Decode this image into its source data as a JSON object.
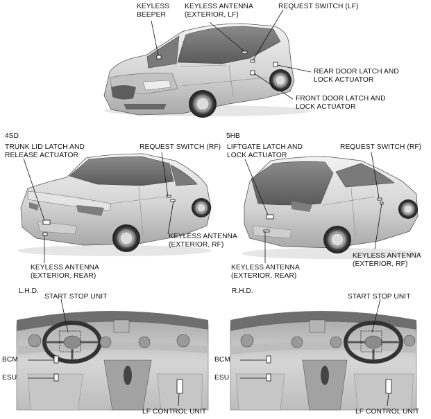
{
  "sections": {
    "sedan": "4SD",
    "hatchback": "5HB",
    "lhd": "L.H.D.",
    "rhd": "R.H.D."
  },
  "labels": {
    "keyless_beeper": "KEYLESS\nBEEPER",
    "keyless_antenna_ext_lf": "KEYLESS ANTENNA\n(EXTERIOR, LF)",
    "request_switch_lf": "REQUEST SWITCH (LF)",
    "rear_door_latch": "REAR DOOR LATCH AND\nLOCK ACTUATOR",
    "front_door_latch": "FRONT DOOR LATCH AND\nLOCK ACTUATOR",
    "trunk_lid_latch": "TRUNK LID LATCH AND\nRELEASE ACTUATOR",
    "request_switch_rf_4sd": "REQUEST SWITCH (RF)",
    "keyless_antenna_ext_rf_4sd": "KEYLESS ANTENNA\n(EXTERIOR, RF)",
    "keyless_antenna_ext_rear_4sd": "KEYLESS ANTENNA\n(EXTERIOR, REAR)",
    "liftgate_latch": "LIFTGATE LATCH AND\nLOCK ACTUATOR",
    "request_switch_rf_5hb": "REQUEST SWITCH (RF)",
    "keyless_antenna_ext_rf_5hb": "KEYLESS ANTENNA\n(EXTERIOR, RF)",
    "keyless_antenna_ext_rear_5hb": "KEYLESS ANTENNA\n(EXTERIOR, REAR)",
    "start_stop_unit_lhd": "START STOP UNIT",
    "bcm_lhd": "BCM",
    "esu_lhd": "ESU",
    "lf_control_unit_lhd": "LF CONTROL UNIT",
    "start_stop_unit_rhd": "START STOP UNIT",
    "bcm_rhd": "BCM",
    "esu_rhd": "ESU",
    "lf_control_unit_rhd": "LF CONTROL UNIT"
  }
}
